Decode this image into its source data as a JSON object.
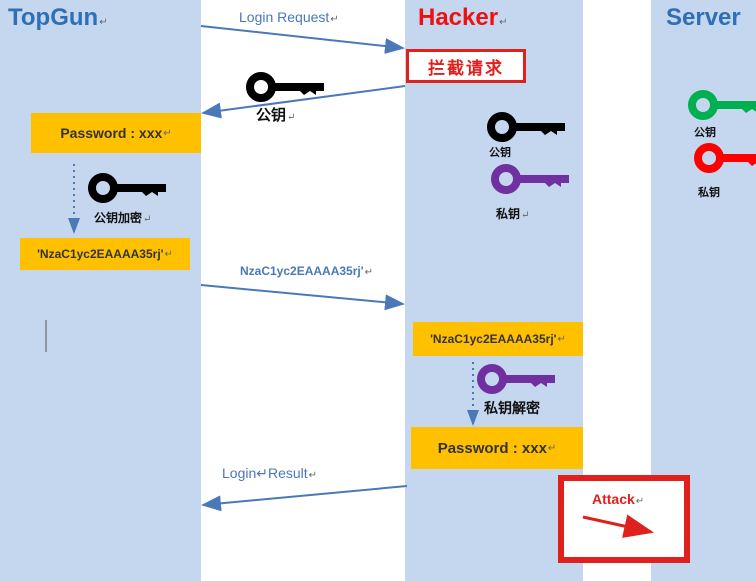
{
  "lanes": {
    "topgun": {
      "title": "TopGun",
      "color": "#2f6fb5"
    },
    "hacker": {
      "title": "Hacker",
      "color": "#ee1111"
    },
    "server": {
      "title": "Server",
      "color": "#2f6fb5"
    }
  },
  "return_mark": "↵",
  "messages": {
    "login_request": "Login Request",
    "public_key_return": "公钥",
    "ciphertext_msg": "NzaC1yc2EAAAA35rj'",
    "login_result": "Login↵Result"
  },
  "hacker": {
    "intercept_label": "拦截请求",
    "public_key": "公钥",
    "private_key": "私钥",
    "ciphertext": "'NzaC1yc2EAAAA35rj'",
    "decrypt_label": "私钥解密",
    "password": "Password : xxx"
  },
  "topgun": {
    "password": "Password : xxx",
    "encrypt_label": "公钥加密",
    "ciphertext": "'NzaC1yc2EAAAA35rj'"
  },
  "server": {
    "public_key": "公钥",
    "private_key": "私钥"
  },
  "attack": {
    "label": "Attack"
  },
  "colors": {
    "lane_bg": "#c5d7ee",
    "box_fill": "#ffc000",
    "arrow": "#4a78b8",
    "alert_red": "#e0201c",
    "key_black": "#000000",
    "key_purple": "#7030a0",
    "key_green": "#00b050",
    "key_red": "#ff0000"
  },
  "icons": [
    "key-icon",
    "dotted-down-arrow-icon",
    "arrow-icon"
  ]
}
